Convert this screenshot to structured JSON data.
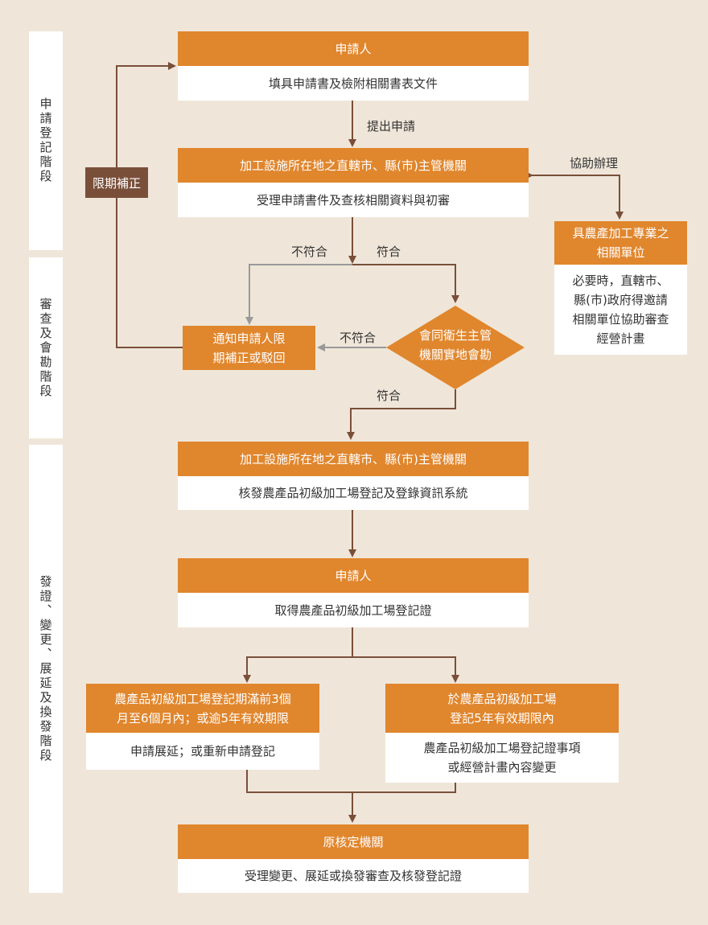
{
  "colors": {
    "background": "#efe6d9",
    "orange": "#e0862d",
    "brown": "#7a4f3a",
    "line_gray": "#aaaaaa",
    "arrow_brown": "#7a4f3a"
  },
  "stages": {
    "application": "申請登記階段",
    "review": "審查及會勘階段",
    "issuance": "發證、變更、展延及換發階段"
  },
  "applicant1": {
    "head": "申請人",
    "body": "填具申請書及檢附相關書表文件"
  },
  "submit_label": "提出申請",
  "authority1": {
    "head": "加工設施所在地之直轄市、縣(市)主管機關",
    "body": "受理申請書件及查核相關資料與初審"
  },
  "assist_label": "協助辦理",
  "related_unit": {
    "head": "具農產加工專業之\n相關單位",
    "body": "必要時，直轄市、\n縣(市)政府得邀請\n相關單位協助審查\n經營計畫"
  },
  "correction_label": "限期補正",
  "noncompliant_label": "不符合",
  "compliant_label": "符合",
  "notify_box": "通知申請人限\n期補正或駁回",
  "noncompliant_label2": "不符合",
  "inspection_diamond": "會同衛生主管\n機關實地會勘",
  "compliant_label2": "符合",
  "authority2": {
    "head": "加工設施所在地之直轄市、縣(市)主管機關",
    "body": "核發農產品初級加工場登記及登錄資訊系統"
  },
  "applicant2": {
    "head": "申請人",
    "body": "取得農產品初級加工場登記證"
  },
  "renewal": {
    "head": "農產品初級加工場登記期滿前3個\n月至6個月內；或逾5年有效期限",
    "body": "申請展延；或重新申請登記"
  },
  "change": {
    "head": "於農產品初級加工場\n登記5年有效期限內",
    "body": "農產品初級加工場登記證事項\n或經營計畫內容變更"
  },
  "original_authority": {
    "head": "原核定機關",
    "body": "受理變更、展延或換發審查及核發登記證"
  }
}
